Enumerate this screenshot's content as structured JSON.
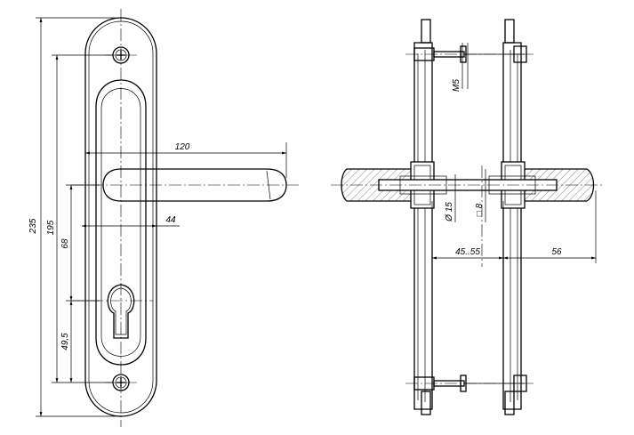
{
  "dimensions": {
    "total_height": "235",
    "hole_spacing": "195",
    "handle_length": "120",
    "handle_offset": "44",
    "handle_to_key": "68",
    "key_to_hole": "49,5",
    "screw": "M5",
    "spindle_dia": "Ø 15",
    "spindle_square": "□ 8",
    "door_thickness": "45..55",
    "projection": "56"
  }
}
